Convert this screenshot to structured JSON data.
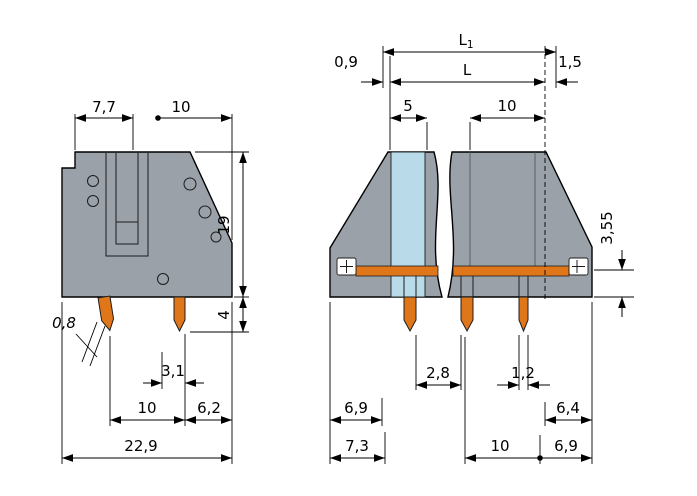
{
  "drawing": {
    "title": "terminal-block-dimensional-drawing",
    "colors": {
      "background": "#ffffff",
      "body_grey": "#9aa1a8",
      "lever_blue": "#b9dbe9",
      "contact_orange": "#e0761a",
      "line": "#000000",
      "symbol_white": "#ffffff"
    },
    "side_view": {
      "dims": {
        "width_top": "7,7",
        "offset_top": "10",
        "height_body": "19",
        "pin_length": "4",
        "pin_thickness": "0,8",
        "pin_offset": "3,1",
        "pin_pitch": "10",
        "edge_offset": "6,2",
        "overall_width": "22,9"
      }
    },
    "front_view": {
      "dims": {
        "length_total_base": "L",
        "length_total_sub": "1",
        "offset_left": "0,9",
        "length": "L",
        "offset_right": "1,5",
        "pole_width_first": "5",
        "pole_pitch": "10",
        "bus_height": "3,55",
        "pin_gap": "2,8",
        "pin_width": "1,2",
        "pin_inset_left": "6,9",
        "pin_inset_right": "6,4",
        "edge_to_pin_left": "7,3",
        "pitch_bottom": "10",
        "edge_to_pin_right": "6,9"
      }
    }
  }
}
